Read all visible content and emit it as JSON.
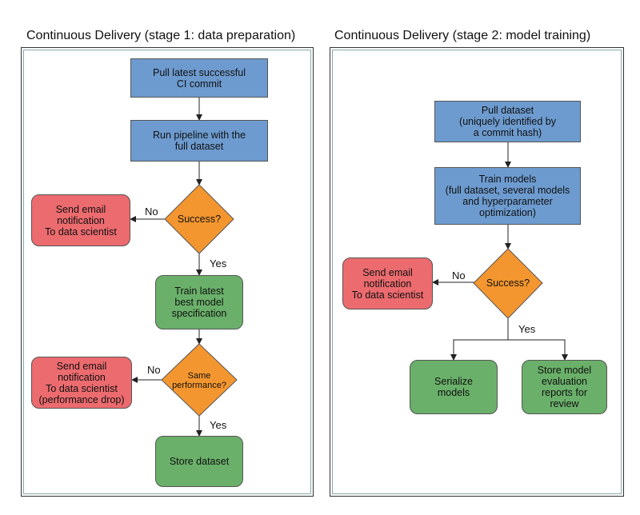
{
  "left": {
    "title": "Continuous Delivery (stage 1: data preparation)",
    "pull_ci": "Pull latest successful\nCI commit",
    "run_pipeline": "Run pipeline with the\nfull dataset",
    "email1": "Send email\nnotification\nTo data scientist",
    "success": "Success?",
    "no1": "No",
    "yes1": "Yes",
    "train_best": "Train latest\nbest model\nspecification",
    "email2": "Send email\nnotification\nTo data scientist\n(performance drop)",
    "same_perf": "Same\nperformance?",
    "no2": "No",
    "yes2": "Yes",
    "store_dataset": "Store dataset"
  },
  "right": {
    "title": "Continuous Delivery (stage 2: model training)",
    "pull_dataset": "Pull dataset\n(uniquely identified by\na commit hash)",
    "train_models": "Train models\n(full dataset, several models\nand hyperparameter\noptimization)",
    "email": "Send email\nnotification\nTo data scientist",
    "success": "Success?",
    "no": "No",
    "yes": "Yes",
    "serialize": "Serialize\nmodels",
    "store_reports": "Store model\nevaluation\nreports for\nreview"
  },
  "colors": {
    "blue": "#6d9bcf",
    "red": "#ec6b6f",
    "green": "#6ab06a",
    "orange": "#f4962f"
  }
}
